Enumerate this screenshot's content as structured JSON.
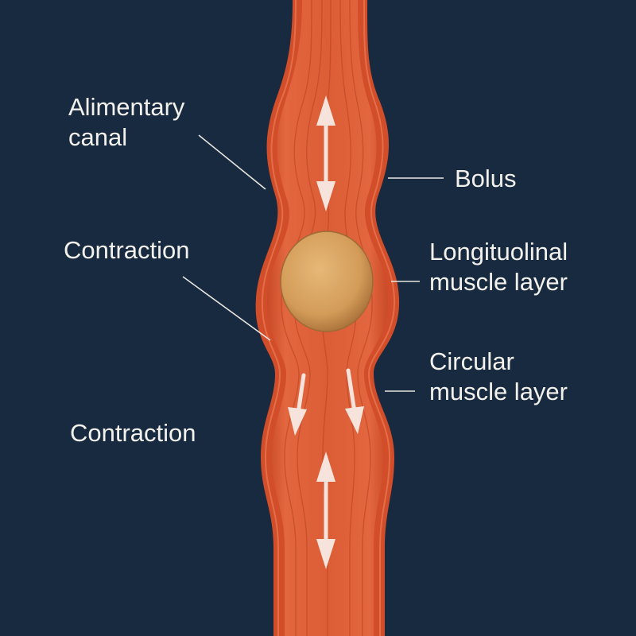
{
  "labels": {
    "alimentary_canal": [
      "Alimentary",
      "canal"
    ],
    "contraction_top": "Contraction",
    "contraction_bottom": "Contraction",
    "bolus": "Bolus",
    "longitudinal_layer": [
      "Longituolinal",
      "muscle layer"
    ],
    "circular_layer": [
      "Circular",
      "muscle layer"
    ]
  },
  "colors": {
    "background": "#172a3f",
    "canal_outer": "#d9552f",
    "canal_inner": "#e06a44",
    "muscle_stripe": "#b8421f",
    "bolus": "#d7a361",
    "arrow": "#f6e4dc",
    "label_text": "#f3f1ec",
    "leader_line": "#e9e6e1"
  },
  "icons": {
    "up_arrows": "double-headed-arrow",
    "down_arrows": "down-arrow"
  }
}
